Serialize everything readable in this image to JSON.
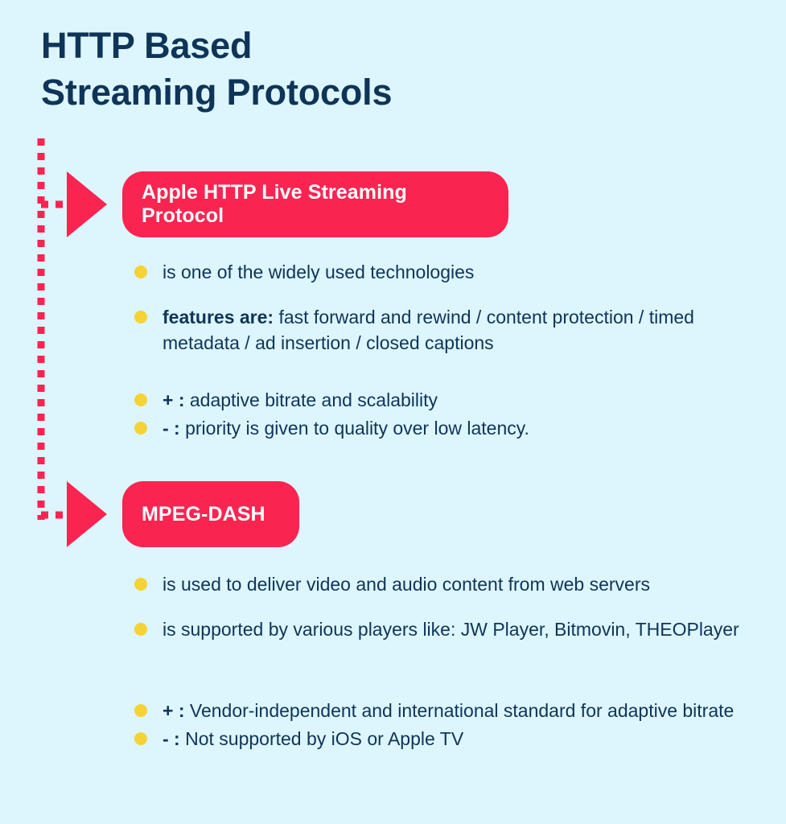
{
  "page": {
    "background_color": "#ddf5fd",
    "accent_red": "#fa2450",
    "bullet_yellow": "#f5d335",
    "text_navy": "#0e3558"
  },
  "title": {
    "line1": "HTTP Based",
    "line2": "Streaming Protocols"
  },
  "sections": [
    {
      "badge": "Apple HTTP Live Streaming Protocol",
      "groups": [
        {
          "items": [
            {
              "lead": "",
              "text": "is one of the widely used technologies"
            },
            {
              "lead": "features are:",
              "text": " fast forward and rewind / content protection / timed metadata / ad insertion / closed captions"
            }
          ]
        },
        {
          "items": [
            {
              "lead": "+ :",
              "text": " adaptive bitrate and scalability"
            },
            {
              "lead": "- :",
              "text": " priority is given to quality over low latency."
            }
          ]
        }
      ]
    },
    {
      "badge": "MPEG-DASH",
      "groups": [
        {
          "items": [
            {
              "lead": "",
              "text": "is used to deliver video and audio content from web servers"
            },
            {
              "lead": "",
              "text": "is supported by various players like: JW Player, Bitmovin, THEOPlayer"
            }
          ]
        },
        {
          "items": [
            {
              "lead": "+ :",
              "text": " Vendor-independent and international standard for adaptive bitrate"
            },
            {
              "lead": "- :",
              "text": " Not supported by iOS or Apple TV"
            }
          ]
        }
      ]
    }
  ]
}
